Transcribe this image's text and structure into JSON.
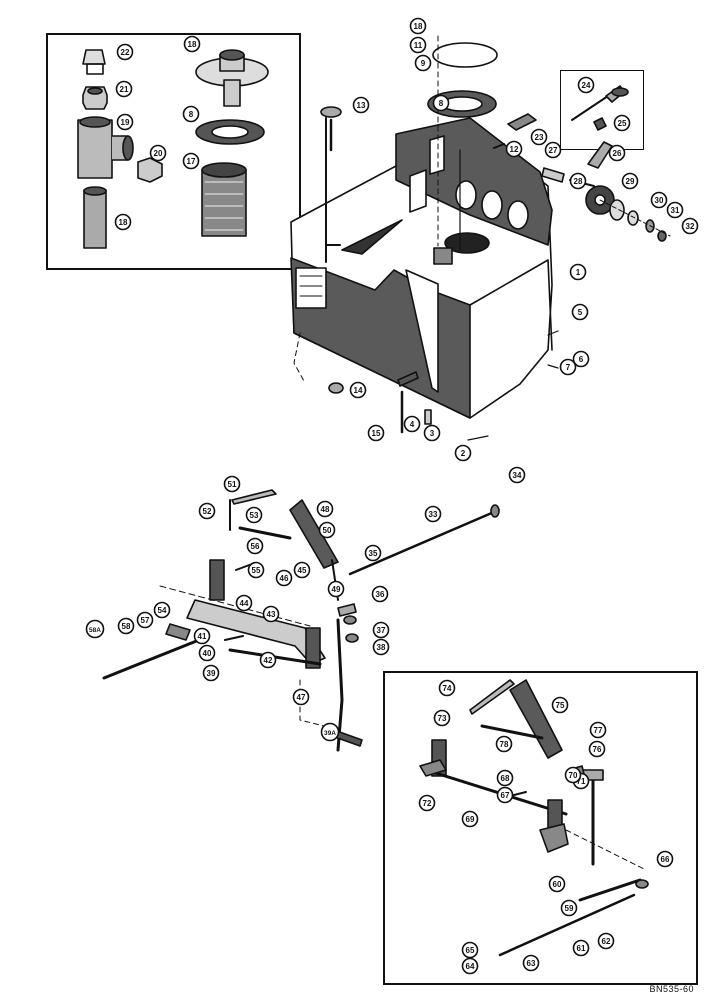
{
  "drawing_code": "BN535-60",
  "colors": {
    "ink": "#111111",
    "fill_dark": "#5a5a5a",
    "paper": "#ffffff"
  },
  "callouts": [
    {
      "id": "c22a",
      "label": "22"
    },
    {
      "id": "c21a",
      "label": "21"
    },
    {
      "id": "c19a",
      "label": "19"
    },
    {
      "id": "c20a",
      "label": "20"
    },
    {
      "id": "c18b",
      "label": "18"
    },
    {
      "id": "c18c",
      "label": "18"
    },
    {
      "id": "c8b",
      "label": "8"
    },
    {
      "id": "c17a",
      "label": "17"
    },
    {
      "id": "c18a",
      "label": "18"
    },
    {
      "id": "c11a",
      "label": "11"
    },
    {
      "id": "c9a",
      "label": "9"
    },
    {
      "id": "c8a",
      "label": "8"
    },
    {
      "id": "c13a",
      "label": "13"
    },
    {
      "id": "c23a",
      "label": "23"
    },
    {
      "id": "c12a",
      "label": "12"
    },
    {
      "id": "c24a",
      "label": "24"
    },
    {
      "id": "c25a",
      "label": "25"
    },
    {
      "id": "c26a",
      "label": "26"
    },
    {
      "id": "c27a",
      "label": "27"
    },
    {
      "id": "c28a",
      "label": "28"
    },
    {
      "id": "c29a",
      "label": "29"
    },
    {
      "id": "c30a",
      "label": "30"
    },
    {
      "id": "c31a",
      "label": "31"
    },
    {
      "id": "c32a",
      "label": "32"
    },
    {
      "id": "c1a",
      "label": "1"
    },
    {
      "id": "c5a",
      "label": "5"
    },
    {
      "id": "c6a",
      "label": "6"
    },
    {
      "id": "c7a",
      "label": "7"
    },
    {
      "id": "c14a",
      "label": "14"
    },
    {
      "id": "c4a",
      "label": "4"
    },
    {
      "id": "c3a",
      "label": "3"
    },
    {
      "id": "c15a",
      "label": "15"
    },
    {
      "id": "c2a",
      "label": "2"
    },
    {
      "id": "c34a",
      "label": "34"
    },
    {
      "id": "c51a",
      "label": "51"
    },
    {
      "id": "c52a",
      "label": "52"
    },
    {
      "id": "c53a",
      "label": "53"
    },
    {
      "id": "c48a",
      "label": "48"
    },
    {
      "id": "c33a",
      "label": "33"
    },
    {
      "id": "c50a",
      "label": "50"
    },
    {
      "id": "c56a",
      "label": "56"
    },
    {
      "id": "c55a",
      "label": "55"
    },
    {
      "id": "c35a",
      "label": "35"
    },
    {
      "id": "c45a",
      "label": "45"
    },
    {
      "id": "c46a",
      "label": "46"
    },
    {
      "id": "c49a",
      "label": "49"
    },
    {
      "id": "c36a",
      "label": "36"
    },
    {
      "id": "c44a",
      "label": "44"
    },
    {
      "id": "c43a",
      "label": "43"
    },
    {
      "id": "c54a",
      "label": "54"
    },
    {
      "id": "c57a",
      "label": "57"
    },
    {
      "id": "c58a",
      "label": "58"
    },
    {
      "id": "c58Aa",
      "label": "58A"
    },
    {
      "id": "c41a",
      "label": "41"
    },
    {
      "id": "c40a",
      "label": "40"
    },
    {
      "id": "c39a",
      "label": "39"
    },
    {
      "id": "c42a",
      "label": "42"
    },
    {
      "id": "c37a",
      "label": "37"
    },
    {
      "id": "c38a",
      "label": "38"
    },
    {
      "id": "c47a",
      "label": "47"
    },
    {
      "id": "c39Aa",
      "label": "39A"
    },
    {
      "id": "c74a",
      "label": "74"
    },
    {
      "id": "c75a",
      "label": "75"
    },
    {
      "id": "c73a",
      "label": "73"
    },
    {
      "id": "c78a",
      "label": "78"
    },
    {
      "id": "c77a",
      "label": "77"
    },
    {
      "id": "c76a",
      "label": "76"
    },
    {
      "id": "c68a",
      "label": "68"
    },
    {
      "id": "c71a",
      "label": "71"
    },
    {
      "id": "c70a",
      "label": "70"
    },
    {
      "id": "c67a",
      "label": "67"
    },
    {
      "id": "c72a",
      "label": "72"
    },
    {
      "id": "c69a",
      "label": "69"
    },
    {
      "id": "c66a",
      "label": "66"
    },
    {
      "id": "c60a",
      "label": "60"
    },
    {
      "id": "c59a",
      "label": "59"
    },
    {
      "id": "c62a",
      "label": "62"
    },
    {
      "id": "c61a",
      "label": "61"
    },
    {
      "id": "c65a",
      "label": "65"
    },
    {
      "id": "c64a",
      "label": "64"
    },
    {
      "id": "c63a",
      "label": "63"
    }
  ]
}
